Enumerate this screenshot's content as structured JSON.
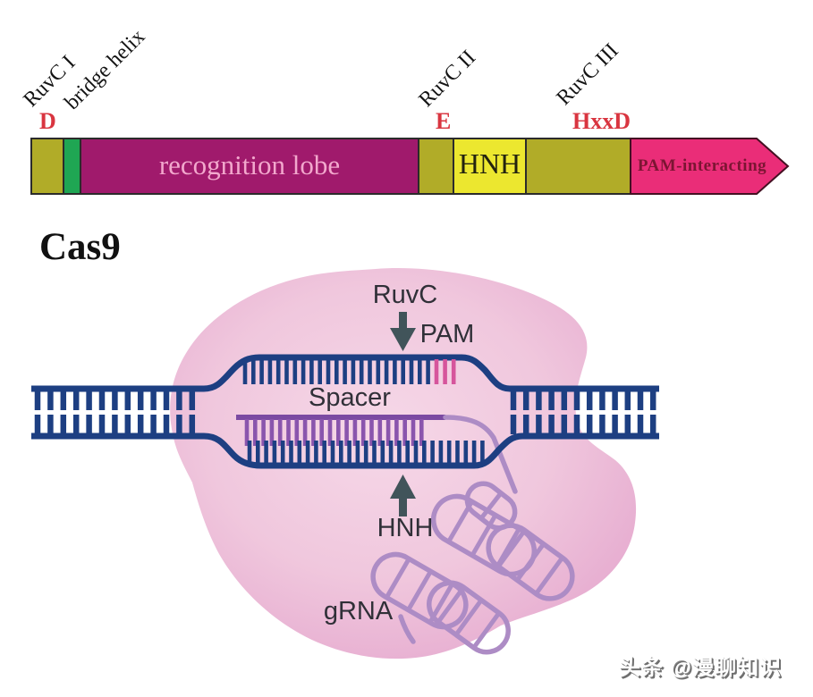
{
  "domain_map": {
    "rotated_labels": [
      "RuvC I",
      "bridge helix",
      "RuvC II",
      "RuvC III"
    ],
    "residues": [
      "D",
      "E",
      "HxxD"
    ],
    "recognition_lobe_label": "recognition lobe",
    "hnh_label": "HNH",
    "pam_label": "PAM-interacting"
  },
  "schematic": {
    "title": "Cas9",
    "labels": {
      "ruvc": "RuvC",
      "pam": "PAM",
      "spacer": "Spacer",
      "hnh": "HNH",
      "grna": "gRNA"
    }
  },
  "watermark": "头条 @漫聊知识",
  "colors": {
    "olive": "#b1ac28",
    "green": "#1fa653",
    "magenta": "#a01a6c",
    "magenta_label": "#f2a8cd",
    "yellow": "#ece72f",
    "pink_arrow": "#ea2d78",
    "pam_label": "#7c1533",
    "residue_red": "#d93540",
    "navy": "#1d3f82",
    "pam_tick_pink": "#d6559c",
    "grna_purple": "#7b4aa2",
    "grna_tick": "#8a55ad",
    "grna_light": "#ad8cc5",
    "arrow_slate": "#41545a",
    "blob_center": "#f6d8e8",
    "blob_mid": "#f0c7dd",
    "blob_edge": "#e7aed1"
  }
}
